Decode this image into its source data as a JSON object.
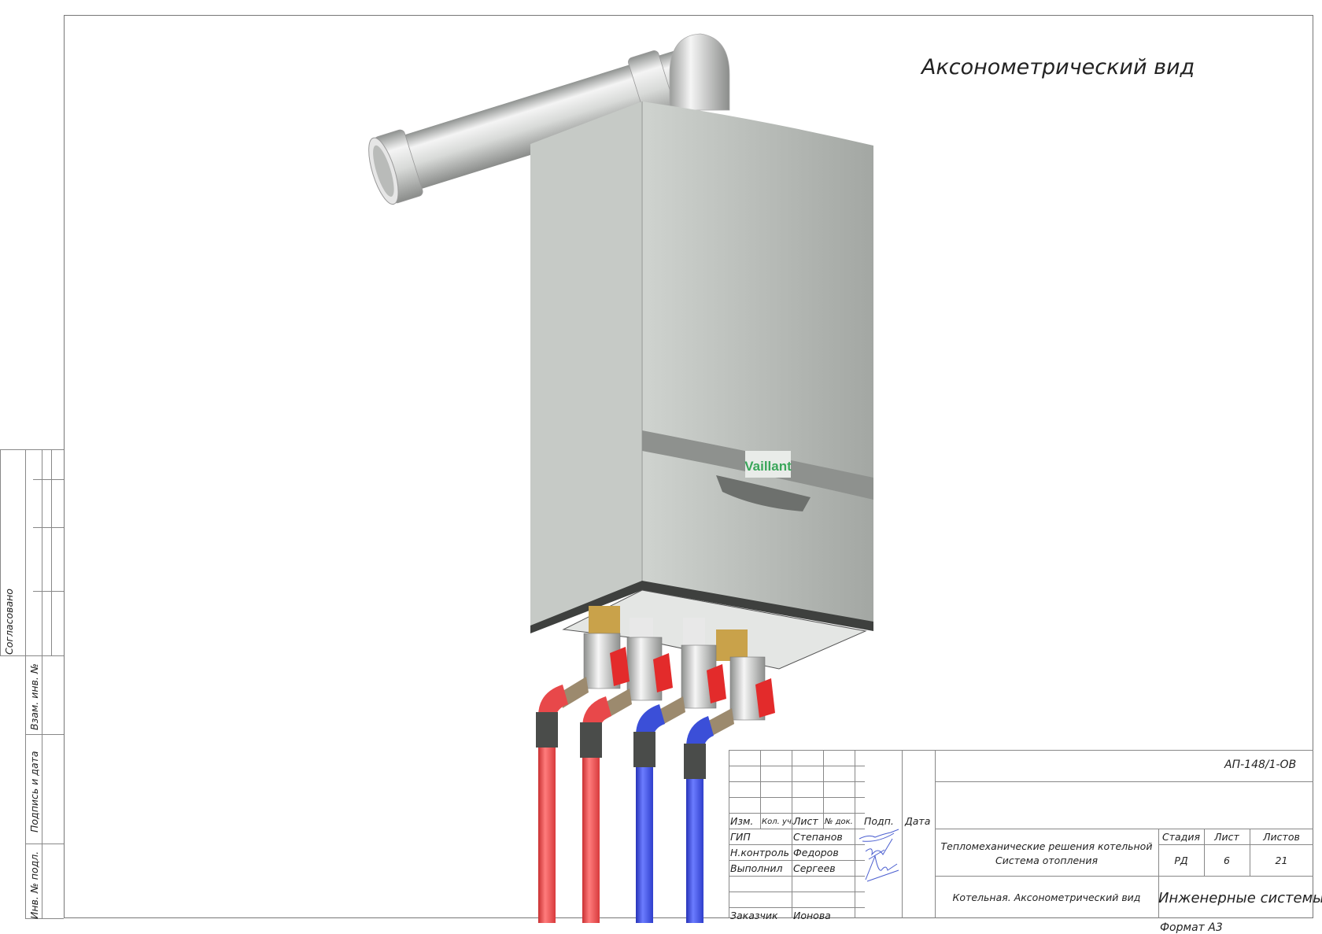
{
  "drawing": {
    "title": "Аксонометрический вид",
    "logo_text": "Vaillant",
    "colors": {
      "supply_pipe": "#e8484a",
      "return_pipe": "#3b4fd8",
      "casing": "#c8ccc8",
      "brass": "#c9a24a"
    }
  },
  "left_strip": {
    "agreed": "Согласовано",
    "replaced_inv": "Взам. инв. №",
    "sign_date": "Подпись и дата",
    "inv_orig": "Инв. № подл."
  },
  "title_block": {
    "code": "АП-148/1-ОВ",
    "headers": {
      "izm": "Изм.",
      "kol_uch": "Кол. уч.",
      "list": "Лист",
      "doc_no": "№ док.",
      "sign": "Подп.",
      "date": "Дата"
    },
    "people": [
      {
        "role": "ГИП",
        "name": "Степанов"
      },
      {
        "role": "Н.контроль",
        "name": "Федоров"
      },
      {
        "role": "Выполнил",
        "name": "Сергеев"
      }
    ],
    "customer": {
      "role": "Заказчик",
      "name": "Ионова"
    },
    "project_line1": "Тепломеханические решения котельной",
    "project_line2": "Система отопления",
    "sheet_title": "Котельная. Аксонометрический вид",
    "stage_label": "Стадия",
    "sheet_label": "Лист",
    "sheets_label": "Листов",
    "stage": "РД",
    "sheet": "6",
    "sheets": "21",
    "organization": "Инженерные системы",
    "format": "Формат А3"
  }
}
